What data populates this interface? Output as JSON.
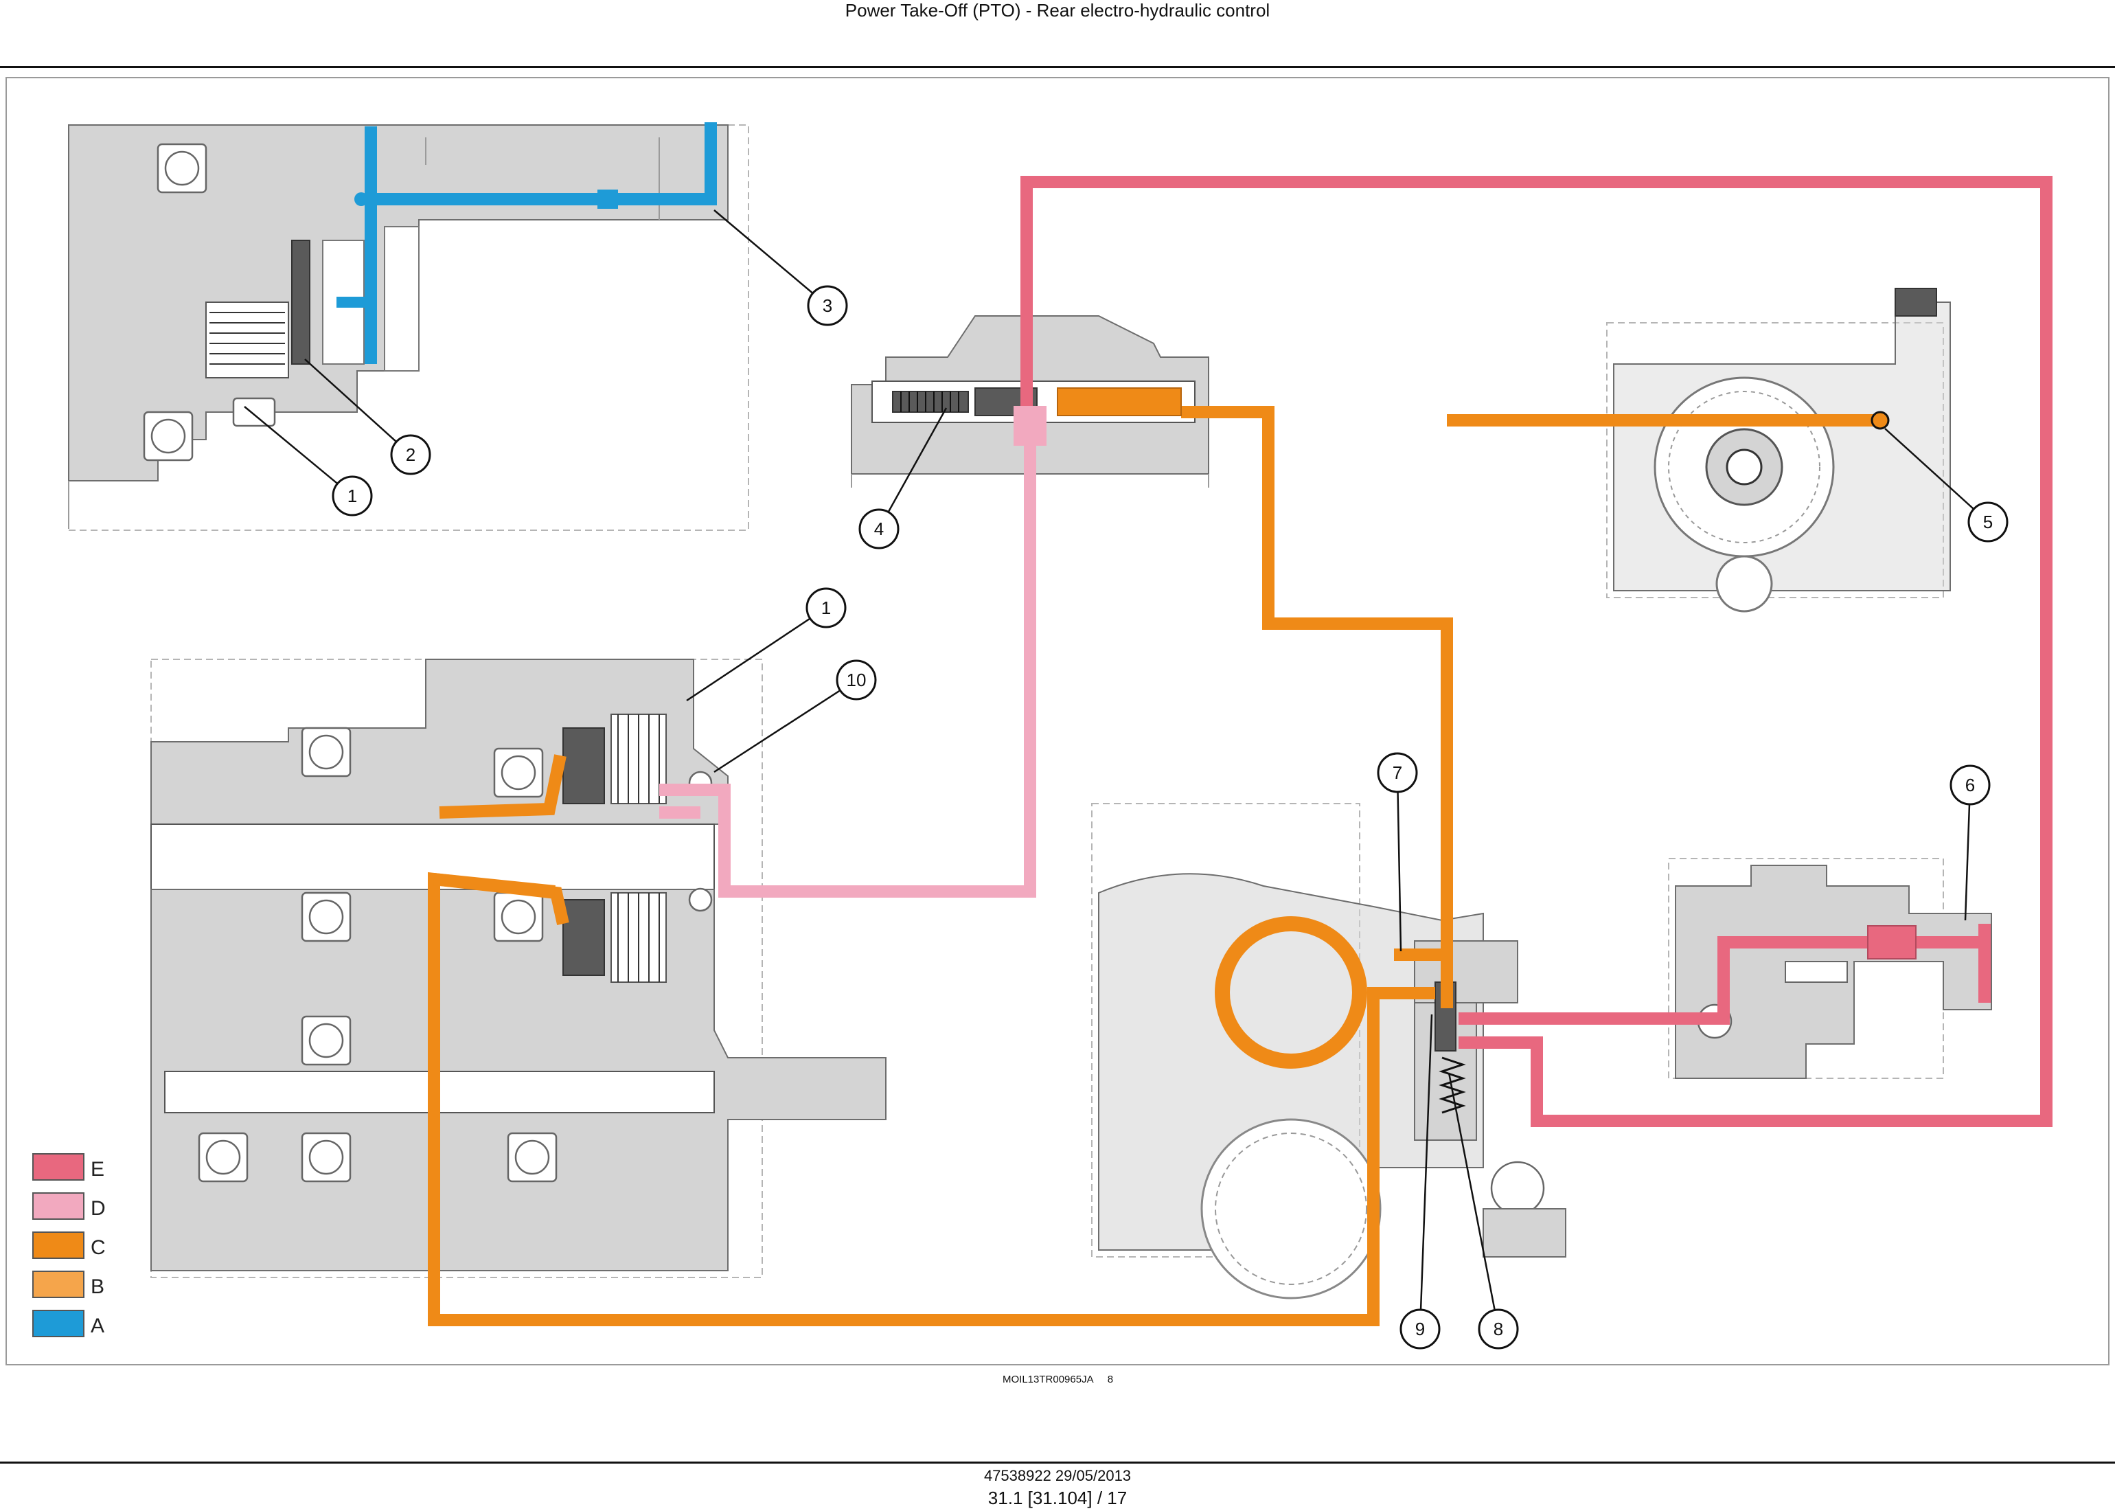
{
  "header": {
    "title": "Power Take-Off (PTO) - Rear electro-hydraulic control"
  },
  "diagram": {
    "image_ref": "MOIL13TR00965JA",
    "figure_number": "8",
    "callouts": [
      {
        "id": "c1a",
        "label": "1"
      },
      {
        "id": "c2",
        "label": "2"
      },
      {
        "id": "c3",
        "label": "3"
      },
      {
        "id": "c4",
        "label": "4"
      },
      {
        "id": "c5",
        "label": "5"
      },
      {
        "id": "c1b",
        "label": "1"
      },
      {
        "id": "c10",
        "label": "10"
      },
      {
        "id": "c7",
        "label": "7"
      },
      {
        "id": "c6",
        "label": "6"
      },
      {
        "id": "c9",
        "label": "9"
      },
      {
        "id": "c8",
        "label": "8"
      }
    ],
    "legend": [
      {
        "label": "E",
        "color": "#E8687F"
      },
      {
        "label": "D",
        "color": "#F2A9BF"
      },
      {
        "label": "C",
        "color": "#EF8A17"
      },
      {
        "label": "B",
        "color": "#F5A54B"
      },
      {
        "label": "A",
        "color": "#1E9BD7"
      }
    ]
  },
  "footer": {
    "doc_code": "47538922 29/05/2013",
    "page_ref": "31.1 [31.104] / 17"
  }
}
